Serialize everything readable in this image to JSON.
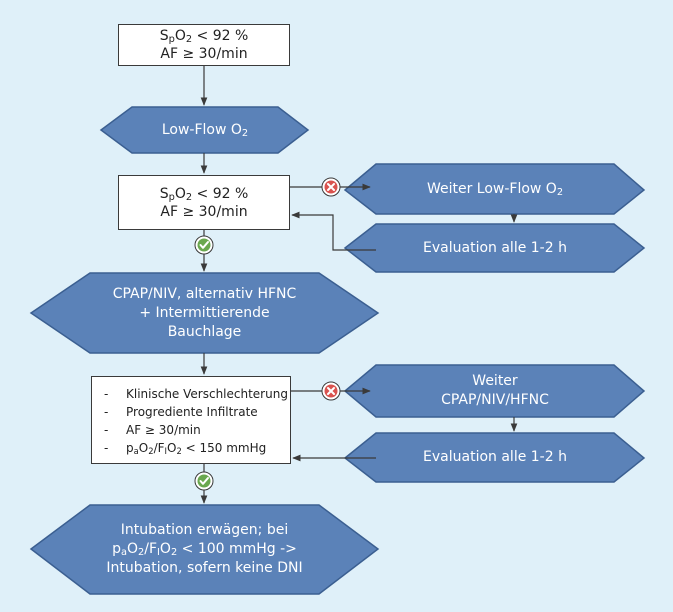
{
  "colors": {
    "background": "#dff0f9",
    "hexagon_fill": "#5b82b8",
    "hexagon_stroke": "#3b5f91",
    "arrow": "#3a3a3a",
    "no_icon": "#d9534f",
    "yes_icon": "#6aa84f"
  },
  "box1": {
    "line1_S": "S",
    "line1_p": "p",
    "line1_O": "O",
    "line1_2": "2",
    "line1_rest": " < 92 %",
    "line2": "AF ≥ 30/min"
  },
  "hex_lowflow": {
    "text": "Low-Flow O",
    "sub": "2"
  },
  "box2": {
    "line1_S": "S",
    "line1_p": "p",
    "line1_O": "O",
    "line1_2": "2",
    "line1_rest": " < 92 %",
    "line2": "AF ≥ 30/min"
  },
  "hex_weiter_lowflow": {
    "text": "Weiter Low-Flow O",
    "sub": "2"
  },
  "hex_eval1": {
    "text": "Evaluation alle 1-2 h"
  },
  "hex_cpap": {
    "line1": "CPAP/NIV, alternativ HFNC",
    "line2": "+ Intermittierende",
    "line3": "Bauchlage"
  },
  "list": {
    "dash": "-",
    "items": [
      "Klinische Verschlechterung",
      "Progrediente Infiltrate",
      "AF ≥ 30/min"
    ],
    "item4": {
      "p": "p",
      "a": "a",
      "O": "O",
      "two": "2",
      "slash": "/F",
      "I": "I",
      "O2": "O",
      "two2": "2",
      "rest": " < 150 mmHg"
    }
  },
  "hex_weiter_cpap": {
    "line1": "Weiter",
    "line2": "CPAP/NIV/HFNC"
  },
  "hex_eval2": {
    "text": "Evaluation alle 1-2 h"
  },
  "hex_intubation": {
    "line1": "Intubation erwägen; bei",
    "line2": {
      "p": "p",
      "a": "a",
      "O": "O",
      "two": "2",
      "slash": "/F",
      "I": "I",
      "O2": "O",
      "two2": "2",
      "rest": " < 100 mmHg ->"
    },
    "line3": "Intubation, sofern keine DNI"
  },
  "icons": {
    "no": "cross-icon",
    "yes": "checkmark-icon"
  }
}
